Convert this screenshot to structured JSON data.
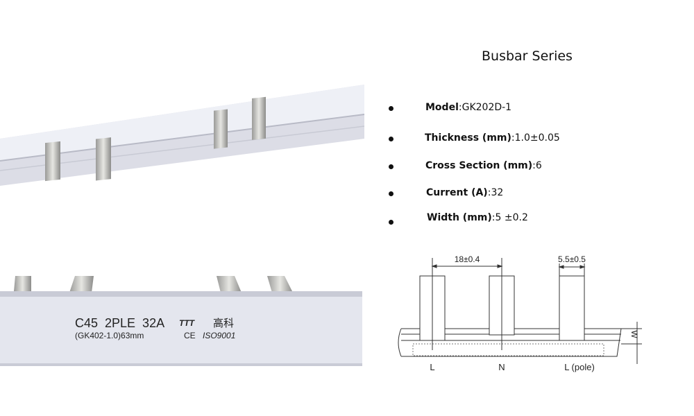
{
  "title": "Busbar Series",
  "specs": [
    {
      "label": "Model",
      "value": "GK202D-1"
    },
    {
      "label": "Thickness (mm)",
      "value": "1.0±0.05"
    },
    {
      "label": "Cross Section (mm)",
      "value": "6"
    },
    {
      "label": "Current (A)",
      "value": "32"
    },
    {
      "label": "Width (mm)",
      "value": "5 ±0.2"
    }
  ],
  "product_print": {
    "line1": "C45  2PLE  32A",
    "brand_logo": "TTT",
    "brand_cn": "高科",
    "line2": "(GK402-1.0)63mm",
    "ce": "CE",
    "iso": "ISO9001"
  },
  "diagram": {
    "pitch": "18±0.4",
    "pin_width": "5.5±0.5",
    "width_symbol": "W",
    "labels": [
      "L",
      "N",
      "L (pole)"
    ]
  }
}
